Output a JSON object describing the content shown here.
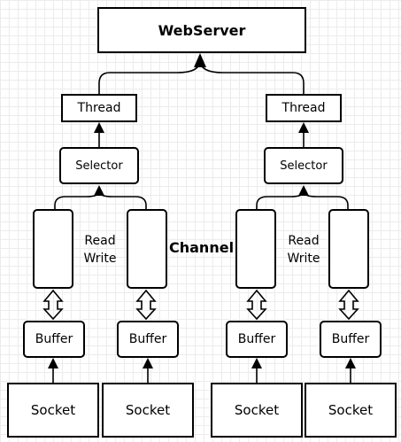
{
  "server": {
    "label": "WebServer"
  },
  "threads": [
    {
      "label": "Thread"
    },
    {
      "label": "Thread"
    }
  ],
  "selectors": [
    {
      "label": "Selector"
    },
    {
      "label": "Selector"
    }
  ],
  "channel_label": "Channel",
  "channel_ops": [
    {
      "line1": "Read",
      "line2": "Write"
    },
    {
      "line1": "Read",
      "line2": "Write"
    }
  ],
  "buffers": [
    {
      "label": "Buffer"
    },
    {
      "label": "Buffer"
    },
    {
      "label": "Buffer"
    },
    {
      "label": "Buffer"
    }
  ],
  "sockets": [
    {
      "label": "Socket"
    },
    {
      "label": "Socket"
    },
    {
      "label": "Socket"
    },
    {
      "label": "Socket"
    }
  ]
}
